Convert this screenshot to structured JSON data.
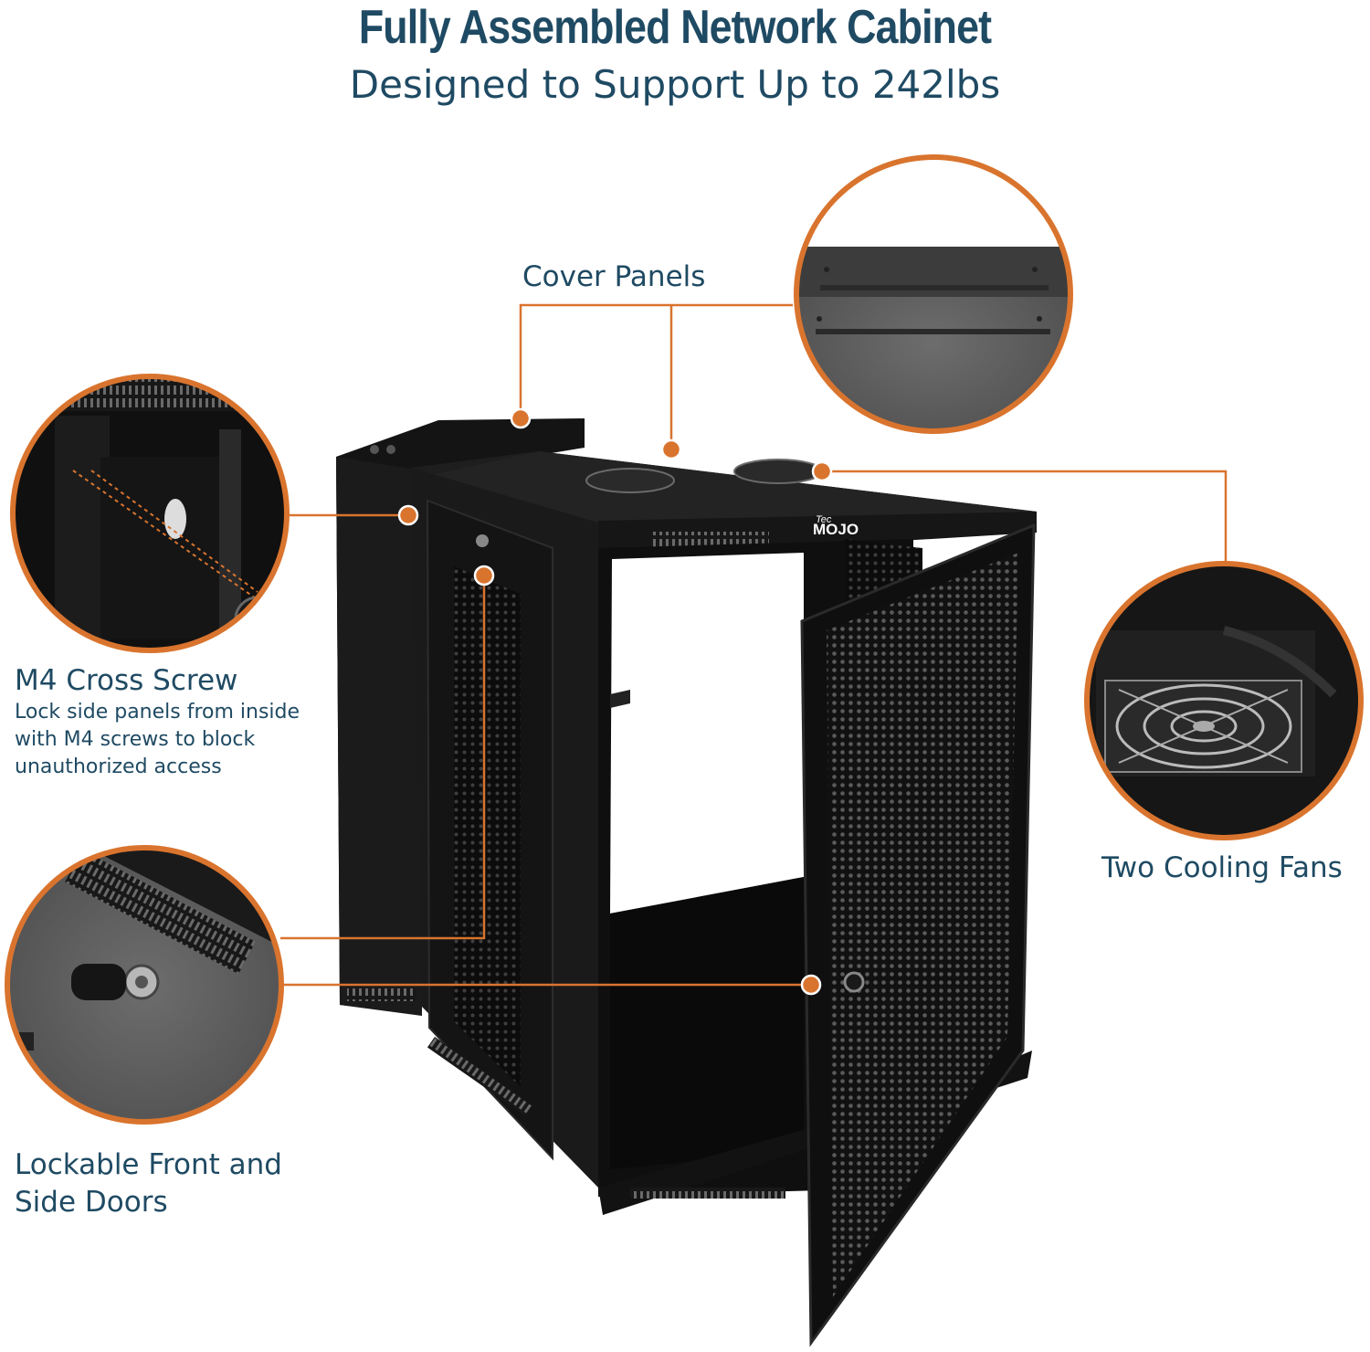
{
  "header": {
    "title": "Fully Assembled Network Cabinet",
    "subtitle": "Designed to Support Up to 242lbs"
  },
  "callouts": {
    "cover_panels": {
      "label": "Cover Panels"
    },
    "screw": {
      "label": "M4 Cross Screw",
      "description": [
        "Lock side panels from inside",
        "with M4 screws to block",
        "unauthorized access"
      ]
    },
    "fans": {
      "label": "Two Cooling Fans"
    },
    "doors": {
      "label_lines": [
        "Lockable Front and",
        "Side Doors"
      ]
    }
  },
  "brand": {
    "logo_small": "Tec",
    "logo_main": "MOJO"
  },
  "colors": {
    "accent": "#d9742e",
    "heading": "#1f4a63",
    "cabinet": "#151515"
  }
}
